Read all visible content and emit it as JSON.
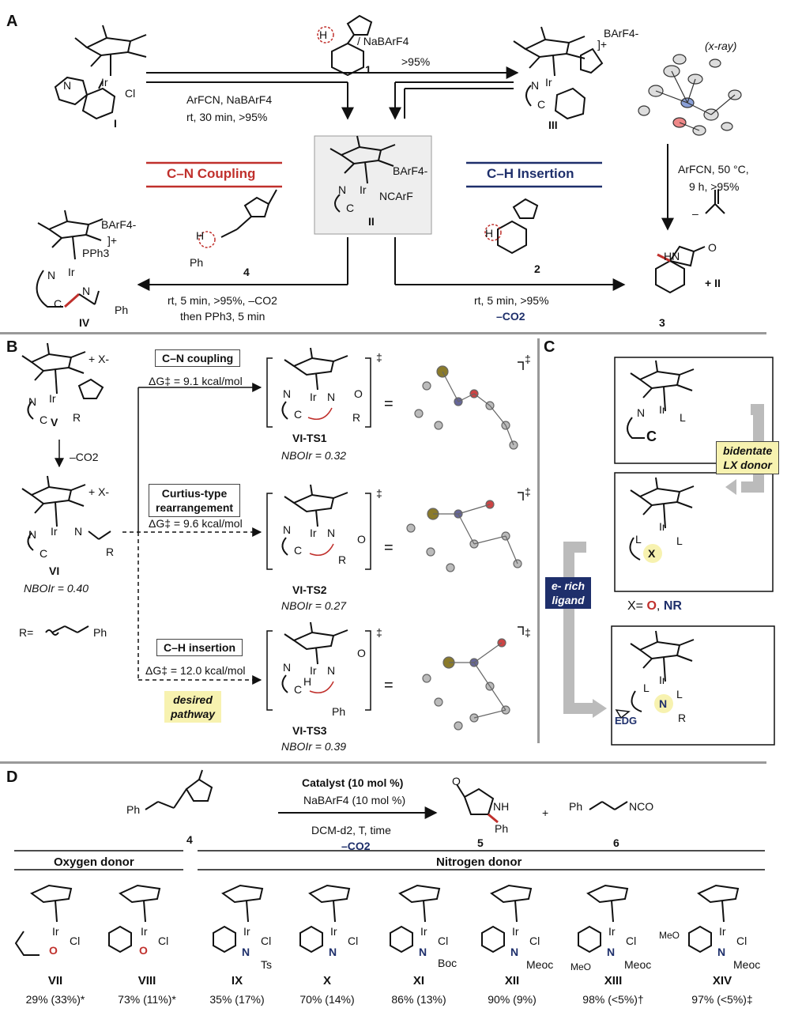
{
  "panels": {
    "a": "A",
    "b": "B",
    "c": "C",
    "d": "D"
  },
  "panelA": {
    "cmpd_I": "I",
    "cmpd_II": "II",
    "cmpd_III": "III",
    "cmpd_IV": "IV",
    "cmpd_1": "1",
    "cmpd_2": "2",
    "cmpd_3": "3",
    "cmpd_4": "4",
    "nabarf_top": "/ NaBArF4",
    "yield_top": ">95%",
    "arfcn_cond": "ArFCN, NaBArF4",
    "arfcn_time": "rt, 30 min, >95%",
    "xray": "(x-ray)",
    "barf_III": "BArF4-",
    "barf_II": "BArF4-",
    "barf_IV": "BArF4-",
    "II_ncarf": "NCArF",
    "cn_coupling": "C–N Coupling",
    "ch_insertion": "C–H Insertion",
    "cond_right_1": "ArFCN, 50 °C,",
    "cond_right_2": "9 h, >95%",
    "left_cond_1": "rt, 5 min, >95%, –CO2",
    "left_cond_2": "then PPh3, 5 min",
    "mid_cond_1": "rt, 5 min, >95%",
    "mid_cond_2": "–CO2",
    "plus_II": "+ II",
    "pph3": "PPh3",
    "ph": "Ph",
    "minus": "–"
  },
  "panelB": {
    "cmpd_V": "V",
    "cmpd_VI": "VI",
    "nbo_VI": "NBOIr = 0.40",
    "minus_co2": "–CO2",
    "r_def": "R=",
    "r_ph": "Ph",
    "cn_label": "C–N coupling",
    "cn_dg": "ΔG‡ = 9.1 kcal/mol",
    "ts1": "VI-TS1",
    "ts1_nbo": "NBOIr = 0.32",
    "curtius_1": "Curtius-type",
    "curtius_2": "rearrangement",
    "curtius_dg": "ΔG‡ = 9.6 kcal/mol",
    "ts2": "VI-TS2",
    "ts2_nbo": "NBOIr = 0.27",
    "ch_label": "C–H insertion",
    "ch_dg": "ΔG‡ = 12.0 kcal/mol",
    "desired_1": "desired",
    "desired_2": "pathway",
    "ts3": "VI-TS3",
    "ts3_nbo": "NBOIr = 0.39",
    "x_minus": "+ X-",
    "dagger": "‡"
  },
  "panelC": {
    "bidentate_1": "bidentate",
    "bidentate_2": "LX donor",
    "erich_1": "e- rich",
    "erich_2": "ligand",
    "x_eq": "X=",
    "x_o": "O",
    "x_sep": ",",
    "x_nr": "NR",
    "edg": "EDG",
    "L": "L",
    "X": "X",
    "N": "N",
    "R": "R",
    "C": "C"
  },
  "panelD": {
    "substrate_label": "4",
    "substrate_ph": "Ph",
    "cat_cond": "Catalyst (10 mol %)",
    "nabarf_cond": "NaBArF4 (10 mol %)",
    "solvent_cond": "DCM-d2, T, time",
    "co2_cond": "–CO2",
    "prod5": "5",
    "prod6": "6",
    "plus": "+",
    "nco": "NCO",
    "ph": "Ph",
    "oxygen_donor": "Oxygen donor",
    "nitrogen_donor": "Nitrogen donor",
    "catalysts": [
      {
        "label": "VII",
        "yield": "29% (33%)*",
        "sub": ""
      },
      {
        "label": "VIII",
        "yield": "73% (11%)*",
        "sub": ""
      },
      {
        "label": "IX",
        "yield": "35% (17%)",
        "sub": "Ts"
      },
      {
        "label": "X",
        "yield": "70% (14%)",
        "sub": ""
      },
      {
        "label": "XI",
        "yield": "86% (13%)",
        "sub": "Boc"
      },
      {
        "label": "XII",
        "yield": "90% (9%)",
        "sub": "Meoc"
      },
      {
        "label": "XIII",
        "yield": "98% (<5%)†",
        "sub": "Meoc"
      },
      {
        "label": "XIV",
        "yield": "97% (<5%)‡",
        "sub": "Meoc"
      }
    ],
    "meo": "MeO"
  },
  "colors": {
    "red": "#c0302c",
    "navy": "#1e2f6b",
    "highlight": "#f7f2b0",
    "separator": "#999999"
  }
}
